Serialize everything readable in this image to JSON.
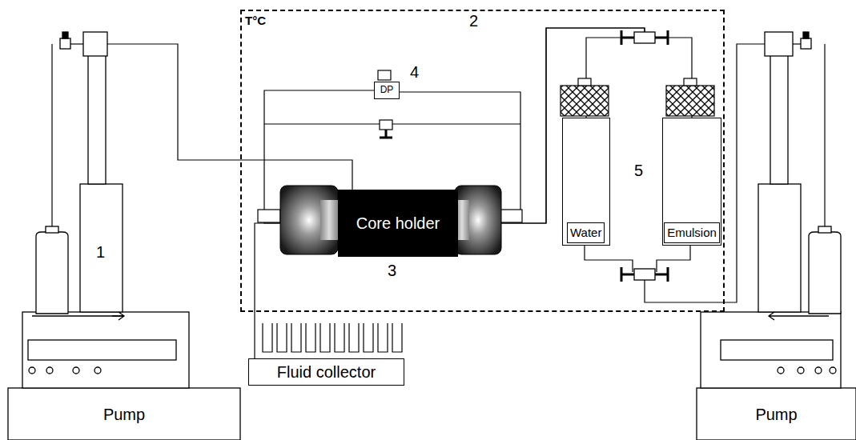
{
  "diagram": {
    "nodes": [
      {
        "text": [
          "Pump"
        ]
      },
      {
        "text": [
          "T°C"
        ]
      },
      {
        "text": [
          "DP"
        ],
        "in": 1
      },
      {
        "text": [
          "Core holder"
        ],
        "in": 1
      },
      {
        "text": [
          "Water"
        ],
        "in": 1
      },
      {
        "text": [
          "Emulsion"
        ],
        "in": 1
      },
      {
        "text": [
          "Fluid collector"
        ]
      },
      {
        "text": [
          "Pump"
        ]
      }
    ],
    "edges": [
      {
        "from": 2,
        "to": 3,
        "arrow": "none"
      },
      {
        "from": 4,
        "to": 3,
        "arrow": "none"
      },
      {
        "from": 5,
        "to": 3,
        "arrow": "none"
      },
      {
        "from": 3,
        "to": 6,
        "arrow": "none"
      }
    ],
    "labels": [
      "1",
      "2",
      "3",
      "4",
      "5"
    ]
  }
}
